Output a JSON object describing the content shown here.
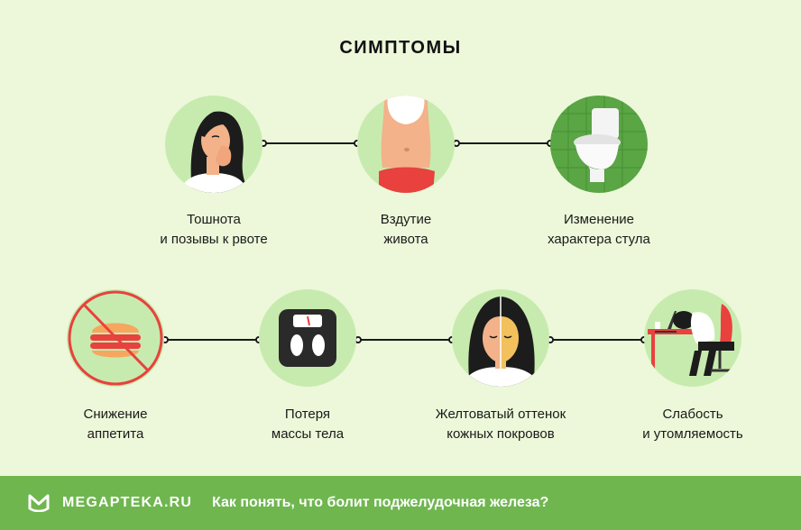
{
  "title": "СИМПТОМЫ",
  "symptoms": [
    {
      "line1": "Тошнота",
      "line2": "и позывы к рвоте",
      "icon": "nausea-woman-icon"
    },
    {
      "line1": "Вздутие",
      "line2": "живота",
      "icon": "bloated-belly-icon"
    },
    {
      "line1": "Изменение",
      "line2": "характера стула",
      "icon": "toilet-icon"
    },
    {
      "line1": "Снижение",
      "line2": "аппетита",
      "icon": "no-burger-icon"
    },
    {
      "line1": "Потеря",
      "line2": "массы тела",
      "icon": "scale-icon"
    },
    {
      "line1": "Желтоватый оттенок",
      "line2": "кожных покровов",
      "icon": "yellow-skin-face-icon"
    },
    {
      "line1": "Слабость",
      "line2": "и утомляемость",
      "icon": "tired-at-desk-icon"
    }
  ],
  "footer": {
    "brand": "MEGAPTEKA.RU",
    "question": "Как понять, что болит поджелудочная железа?",
    "brand_color": "#6fb64f"
  },
  "colors": {
    "background": "#ecf8d9",
    "circle": "#c7ebae",
    "accent_red": "#e8413e"
  }
}
